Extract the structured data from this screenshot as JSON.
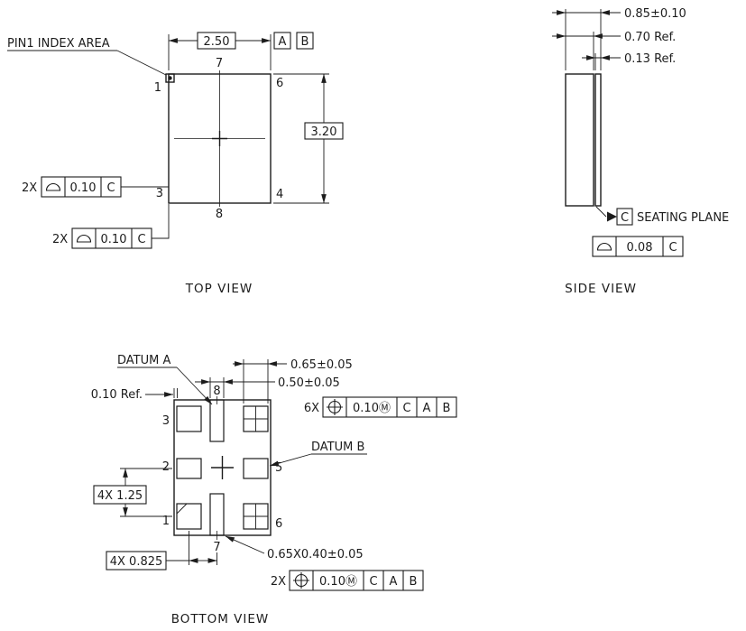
{
  "drawing": {
    "background": "#ffffff",
    "line_color": "#1c1c1c",
    "views": {
      "top": {
        "label": "TOP VIEW",
        "pin1_note": "PIN1 INDEX AREA",
        "width_dim": "2.50",
        "height_dim": "3.20",
        "datum_a": "A",
        "datum_b": "B",
        "pin_1": "1",
        "pin_3": "3",
        "pin_4": "4",
        "pin_6": "6",
        "pin_7": "7",
        "pin_8": "8",
        "fcf_left": {
          "qty": "2X",
          "symbol": "profile-of-surface",
          "tolerance": "0.10",
          "datum": "C"
        },
        "fcf_bottom": {
          "qty": "2X",
          "symbol": "profile-of-surface",
          "tolerance": "0.10",
          "datum": "C"
        }
      },
      "side": {
        "label": "SIDE VIEW",
        "total_thickness": "0.85±0.10",
        "body_thickness": "0.70 Ref.",
        "lid_thickness": "0.13 Ref.",
        "seating_datum": "C",
        "seating_label": "SEATING PLANE",
        "fcf": {
          "symbol": "profile-of-surface",
          "tolerance": "0.08",
          "datum": "C"
        }
      },
      "bottom": {
        "label": "BOTTOM VIEW",
        "datum_a_label": "DATUM A",
        "datum_b_label": "DATUM B",
        "edge_offset": "0.10 Ref.",
        "pad_width": "0.65±0.05",
        "center_pad_width": "0.50±0.05",
        "pad_pitch": "4X 1.25",
        "pad_center_offset": "4X 0.825",
        "center_pad_size": "0.65X0.40±0.05",
        "pin_1": "1",
        "pin_2": "2",
        "pin_3": "3",
        "pin_5": "5",
        "pin_6": "6",
        "pin_7": "7",
        "pin_8": "8",
        "fcf_top": {
          "qty": "6X",
          "symbol": "position",
          "tolerance": "0.10Ⓜ",
          "datum_1": "C",
          "datum_2": "A",
          "datum_3": "B"
        },
        "fcf_bottom": {
          "qty": "2X",
          "symbol": "position",
          "tolerance": "0.10Ⓜ",
          "datum_1": "C",
          "datum_2": "A",
          "datum_3": "B"
        }
      }
    }
  }
}
